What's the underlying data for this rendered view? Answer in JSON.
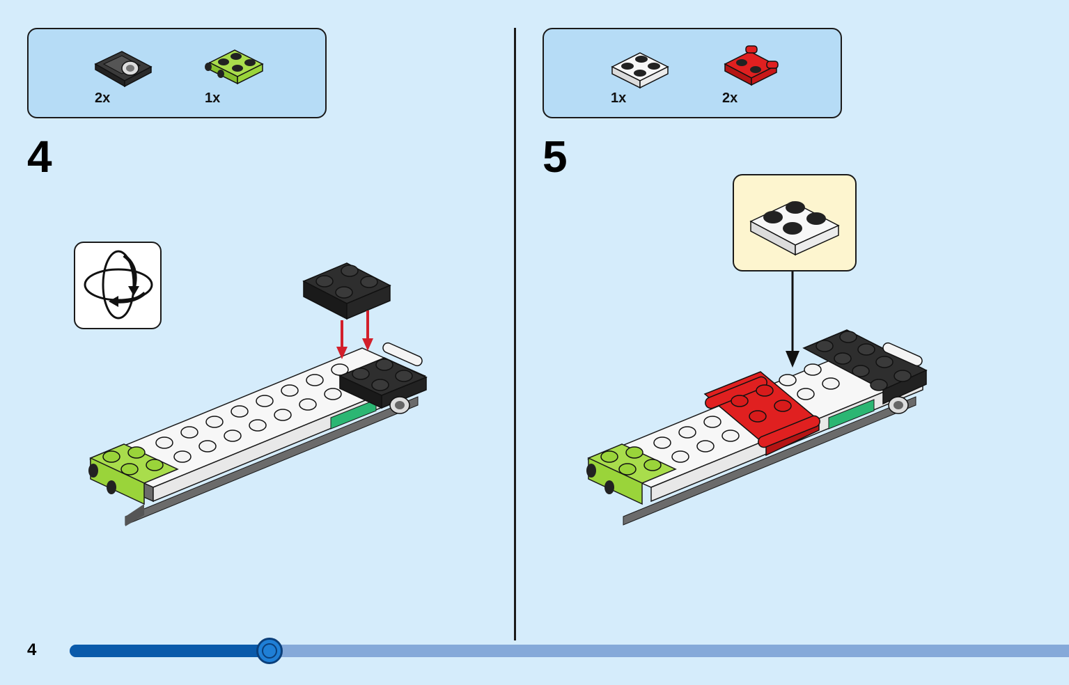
{
  "page": {
    "number": "4",
    "progress_fraction": 0.2
  },
  "steps": [
    {
      "number": "4",
      "parts": [
        {
          "icon": "black-plate-with-pin-hole",
          "color": "#2e2e2e",
          "quantity": "2x"
        },
        {
          "icon": "lime-plate-2x2-with-side-studs",
          "color": "#9ad43a",
          "quantity": "1x"
        }
      ],
      "rotate_icon": "rotate-model-icon"
    },
    {
      "number": "5",
      "parts": [
        {
          "icon": "white-plate-2x2",
          "color": "#f4f4f4",
          "quantity": "1x"
        },
        {
          "icon": "red-plate-with-handles",
          "color": "#d81b1b",
          "quantity": "2x"
        }
      ],
      "callout_icon": "white-plate-2x2"
    }
  ],
  "colors": {
    "background": "#d5ecfb",
    "parts_box": "#b6dcf6",
    "callout": "#fdf5cf",
    "progress_fill": "#0a5aaa",
    "progress_track": "#85a9d9",
    "arrow_red": "#d21f2b",
    "lime": "#9ad43a",
    "green": "#2bb673",
    "black": "#2e2e2e",
    "red": "#d81b1b",
    "white": "#f4f4f4",
    "grey": "#6b6b6b"
  }
}
